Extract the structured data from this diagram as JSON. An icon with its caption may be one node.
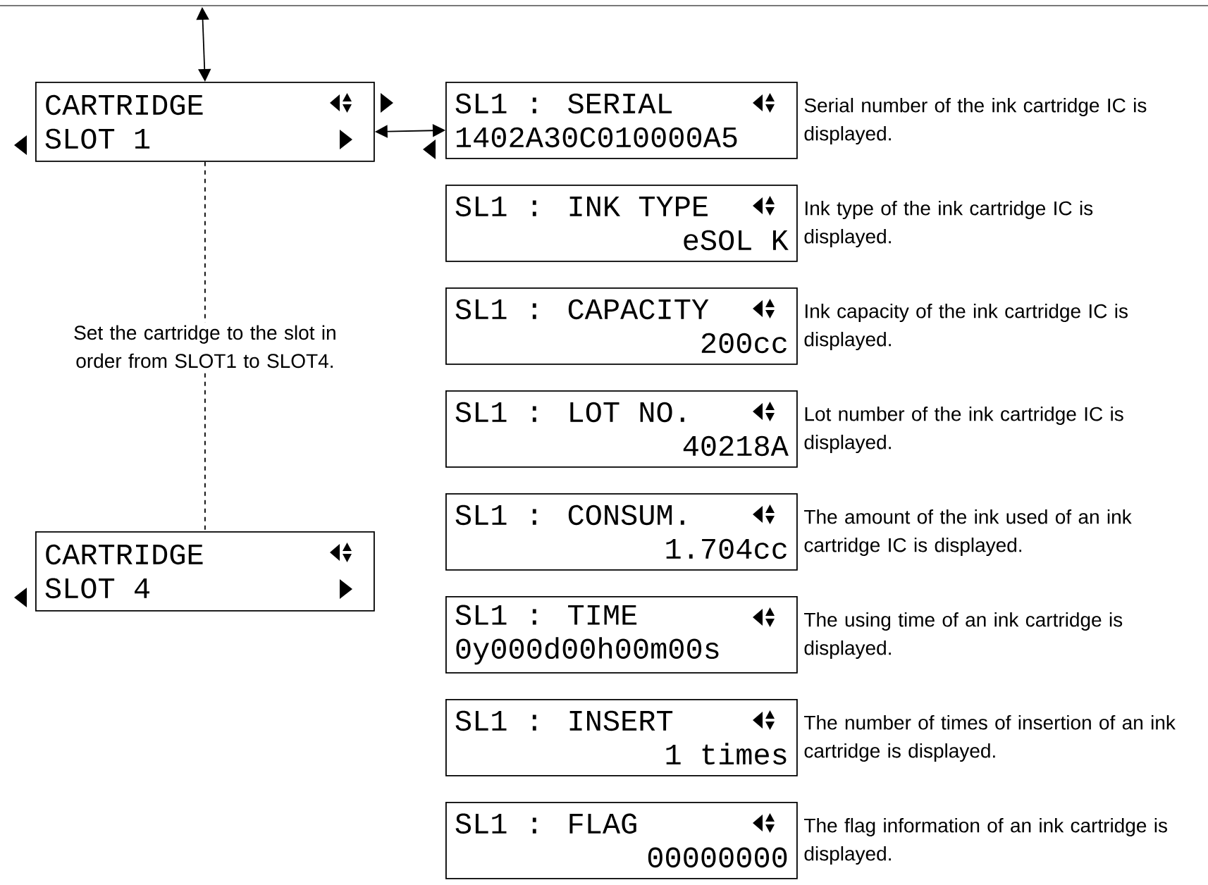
{
  "diagram": {
    "nodes": [
      {
        "text": [
          "CARTRIDGE",
          "SLOT 1"
        ]
      },
      {
        "text": [
          "CARTRIDGE",
          "SLOT 4"
        ]
      },
      {
        "text": [
          "SL1 : SERIAL",
          "1402A30C010000A5"
        ],
        "beside": [
          "Serial number of the ink cartridge IC is displayed."
        ]
      },
      {
        "text": [
          "SL1 : INK TYPE",
          "eSOL K"
        ],
        "beside": [
          "Ink type of the ink cartridge IC is displayed."
        ]
      },
      {
        "text": [
          "SL1 : CAPACITY",
          "200cc"
        ],
        "beside": [
          "Ink capacity of the ink cartridge IC is displayed."
        ]
      },
      {
        "text": [
          "SL1 : LOT NO.",
          "40218A"
        ],
        "beside": [
          "Lot number of the ink cartridge IC is displayed."
        ]
      },
      {
        "text": [
          "SL1 : CONSUM.",
          "1.704cc"
        ],
        "beside": [
          "The amount of the ink used of an ink cartridge IC is displayed."
        ]
      },
      {
        "text": [
          "SL1 : TIME",
          "0y000d00h00m00s"
        ],
        "beside": [
          "The using time of an ink cartridge is displayed."
        ]
      },
      {
        "text": [
          "SL1 : INSERT",
          "1 times"
        ],
        "beside": [
          "The number of times of insertion of an ink cartridge is displayed."
        ]
      },
      {
        "text": [
          "SL1 : FLAG",
          "00000000"
        ],
        "beside": [
          "The flag information of an ink cartridge is displayed."
        ]
      }
    ],
    "edges": [
      {
        "from": null,
        "to": 0,
        "arrow": "both"
      },
      {
        "from": 0,
        "to": 2,
        "arrow": "both"
      },
      {
        "from": 0,
        "to": 1,
        "arrow": "none",
        "style": "dashed",
        "label": "Set the cartridge to the slot in order from SLOT1 to SLOT4."
      }
    ]
  }
}
